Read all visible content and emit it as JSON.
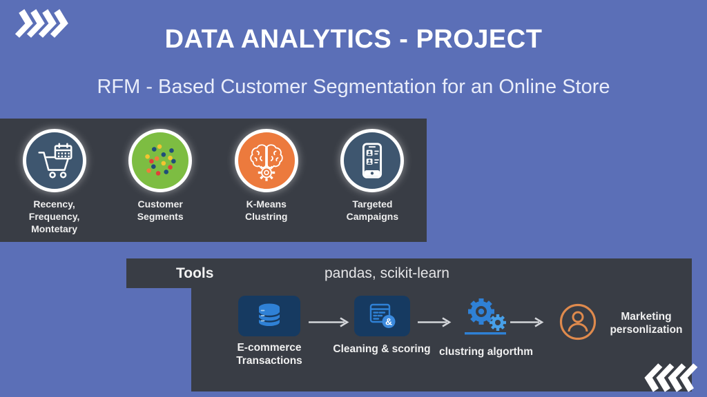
{
  "header": {
    "title": "DATA ANALYTICS - PROJECT",
    "subtitle": "RFM - Based Customer Segmentation for an Online Store"
  },
  "stages_panel": {
    "items": [
      {
        "icon": "cart-calendar-icon",
        "circle_color": "#3e566f",
        "lines": [
          "Recency,",
          "Frequency,",
          "Montetary"
        ]
      },
      {
        "icon": "scatter-dots-icon",
        "circle_color": "#7dbd42",
        "lines": [
          "Customer",
          "Segments"
        ]
      },
      {
        "icon": "brain-gear-icon",
        "circle_color": "#ec7a3d",
        "lines": [
          "K-Means",
          "Clustring"
        ]
      },
      {
        "icon": "smartphone-contacts-icon",
        "circle_color": "#3e566f",
        "lines": [
          "Targeted",
          "Campaigns"
        ]
      }
    ]
  },
  "tools_panel": {
    "header_label": "Tools",
    "tools_value": "pandas, scikit-learn",
    "flow": [
      {
        "icon": "database-icon",
        "lines": [
          "E-commerce",
          "Transactions"
        ]
      },
      {
        "icon": "document-scoring-icon",
        "lines": [
          "Cleaning & scoring"
        ]
      },
      {
        "icon": "gears-icon",
        "lines": [
          "clustring algorthm"
        ]
      },
      {
        "icon": "person-circle-icon",
        "lines": [
          "Marketing",
          "personlization"
        ]
      }
    ]
  },
  "colors": {
    "background": "#5b6fb7",
    "panel_dark": "#393d45",
    "tile_navy": "#163a61",
    "icon_blue": "#2f81d6",
    "stage_slate": "#3e566f",
    "stage_green": "#7dbd42",
    "stage_orange": "#ec7a3d",
    "person_orange": "#df8a4d",
    "arrow_gray": "#d4d6da",
    "text_white": "#ffffff"
  }
}
